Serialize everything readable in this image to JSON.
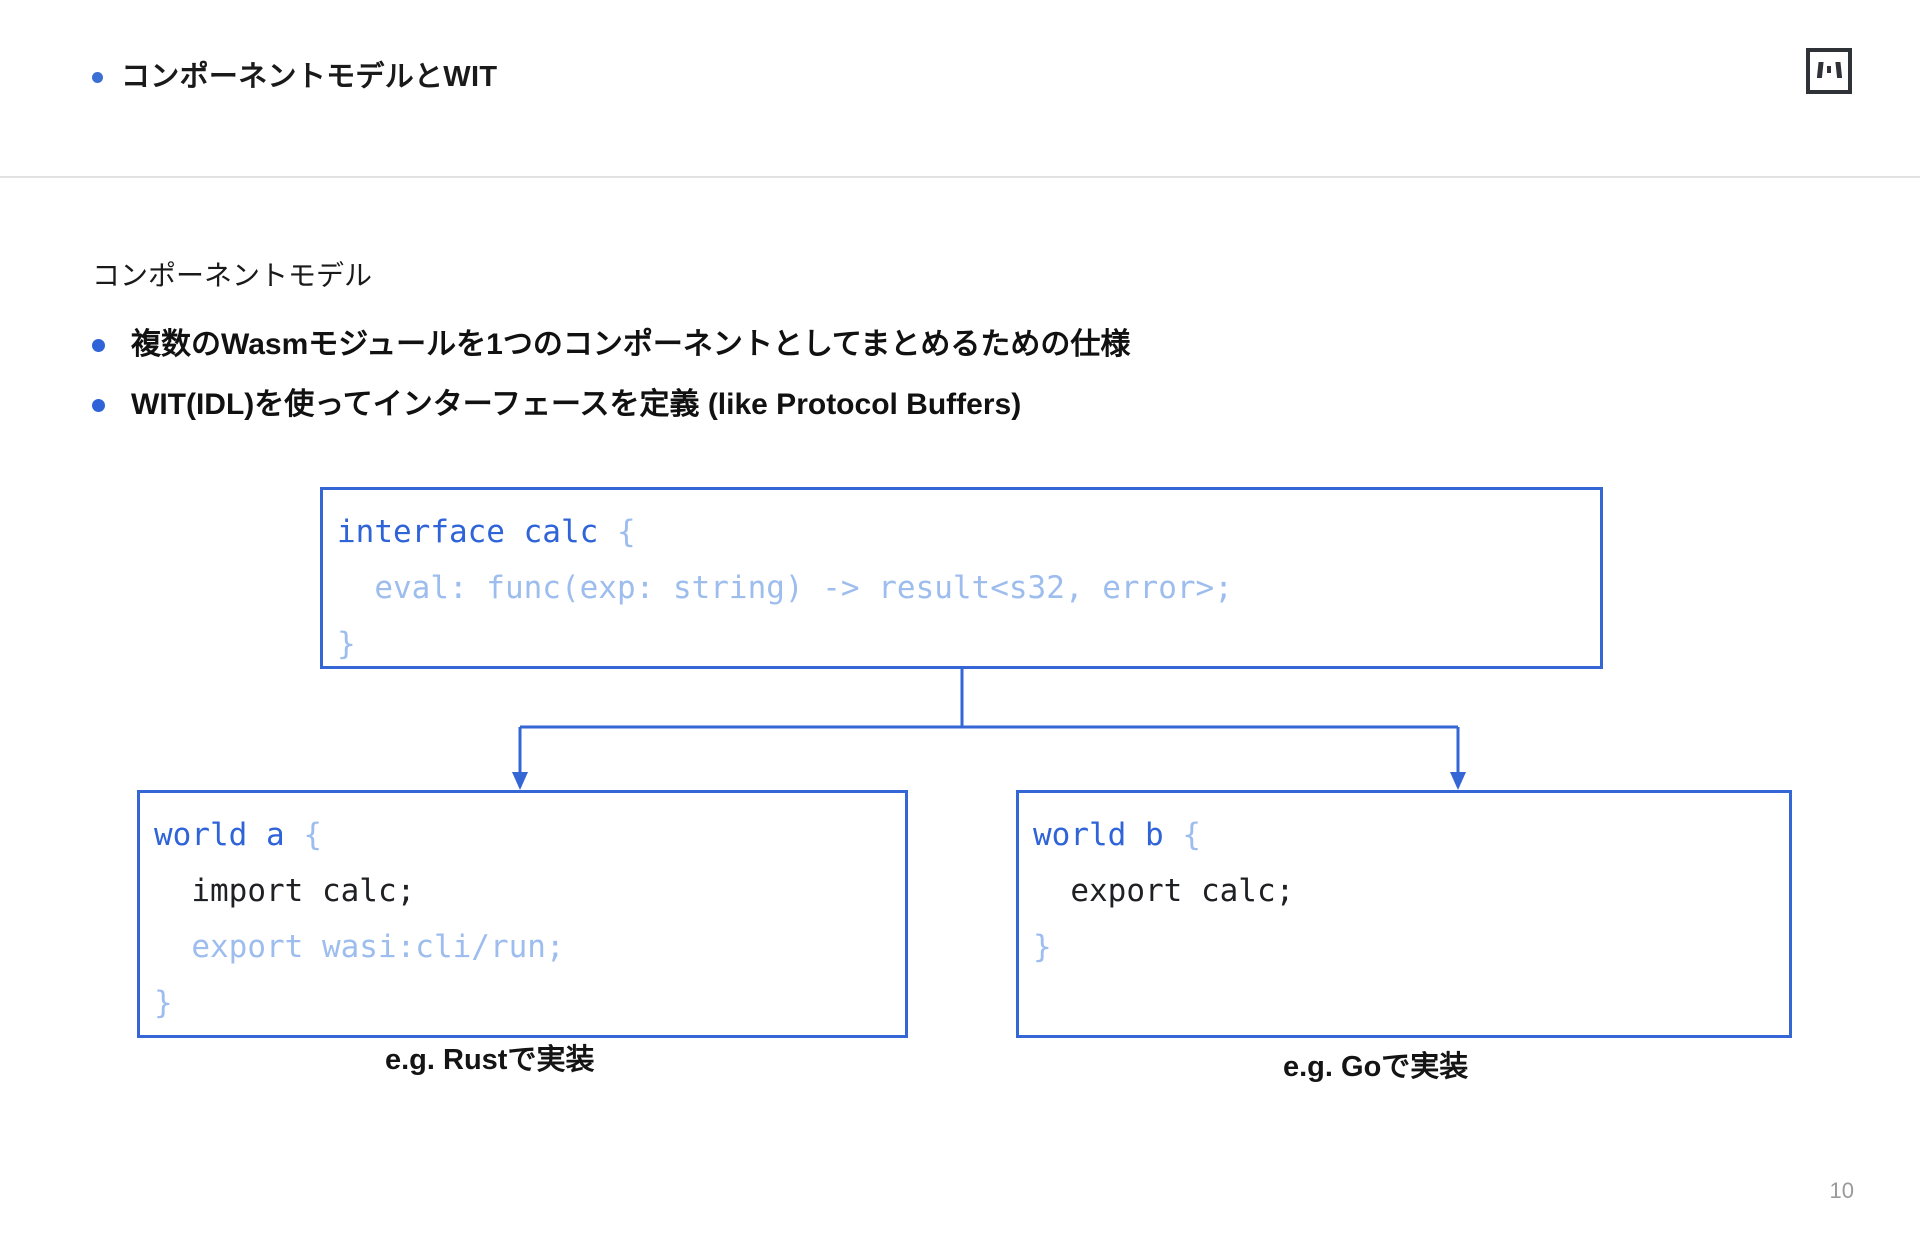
{
  "header": {
    "bullet_icon": "bullet-dot-icon",
    "title": "コンポーネントモデルとWIT",
    "logo_icon": "brand-logo-icon"
  },
  "content": {
    "lead": "コンポーネントモデル",
    "bullets": [
      {
        "text": "複数のWasmモジュールを1つのコンポーネントとしてまとめるための仕様"
      },
      {
        "text": "WIT(IDL)を使ってインターフェースを定義 (like Protocol Buffers)"
      }
    ]
  },
  "diagram": {
    "interface_box": {
      "name": "calc",
      "lines": [
        [
          {
            "t": "interface calc ",
            "c": "key"
          },
          {
            "t": "{",
            "c": "muted"
          }
        ],
        [
          {
            "t": "  eval: func(exp: string) -> result<s32, error>;",
            "c": "muted"
          }
        ],
        [
          {
            "t": "}",
            "c": "muted"
          }
        ]
      ]
    },
    "world_a_box": {
      "name": "world a",
      "lines": [
        [
          {
            "t": "world a ",
            "c": "key"
          },
          {
            "t": "{",
            "c": "muted"
          }
        ],
        [
          {
            "t": "  import calc;",
            "c": "plain"
          }
        ],
        [
          {
            "t": "  export wasi:cli/run;",
            "c": "muted"
          }
        ],
        [
          {
            "t": "}",
            "c": "muted"
          }
        ]
      ]
    },
    "world_b_box": {
      "name": "world b",
      "lines": [
        [
          {
            "t": "world b ",
            "c": "key"
          },
          {
            "t": "{",
            "c": "muted"
          }
        ],
        [
          {
            "t": "  export calc;",
            "c": "plain"
          }
        ],
        [
          {
            "t": "}",
            "c": "muted"
          }
        ]
      ]
    },
    "captions": {
      "left": "e.g. Rustで実装",
      "right": "e.g. Goで実装"
    },
    "connector_color": "#3566d6"
  },
  "footer": {
    "page_number": "10"
  },
  "colors": {
    "accent_blue": "#2f63d8",
    "box_border": "#3566d6",
    "muted_code": "#9dbdee",
    "plain_code": "#1f2023",
    "divider": "#e2e2e2",
    "page_number": "#9a9a9a"
  }
}
